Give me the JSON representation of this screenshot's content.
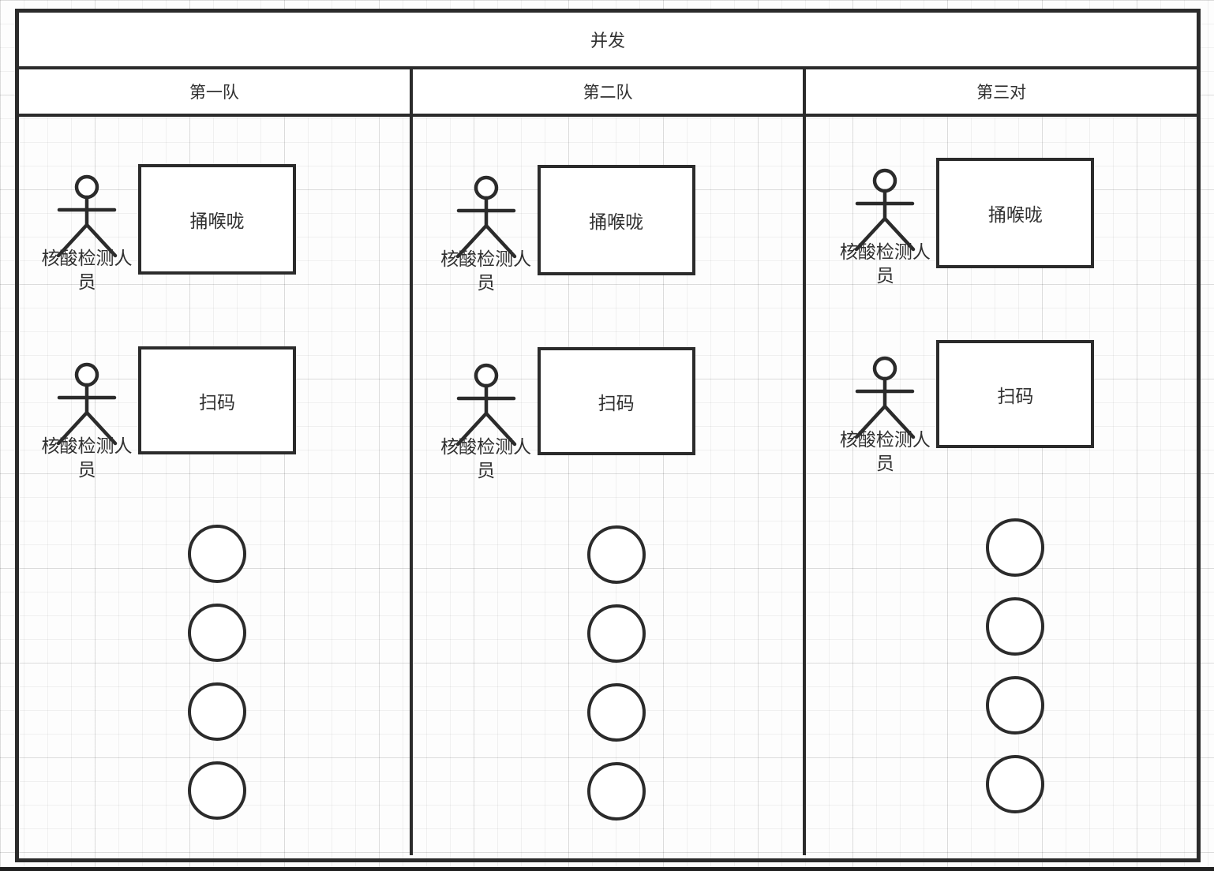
{
  "diagram": {
    "title": "并发",
    "lanes": [
      {
        "header": "第一队",
        "rows": [
          {
            "actor_label": "核酸检测人员",
            "action": "捅喉咙"
          },
          {
            "actor_label": "核酸检测人员",
            "action": "扫码"
          }
        ],
        "queue_circle_count": 4
      },
      {
        "header": "第二队",
        "rows": [
          {
            "actor_label": "核酸检测人员",
            "action": "捅喉咙"
          },
          {
            "actor_label": "核酸检测人员",
            "action": "扫码"
          }
        ],
        "queue_circle_count": 4
      },
      {
        "header": "第三对",
        "rows": [
          {
            "actor_label": "核酸检测人员",
            "action": "捅喉咙"
          },
          {
            "actor_label": "核酸检测人员",
            "action": "扫码"
          }
        ],
        "queue_circle_count": 4
      }
    ],
    "colors": {
      "stroke": "#2b2b2b",
      "text": "#303030",
      "shape_fill": "#ffffff",
      "grid_minor": "#ececee",
      "grid_major": "#e2e2e5"
    }
  }
}
